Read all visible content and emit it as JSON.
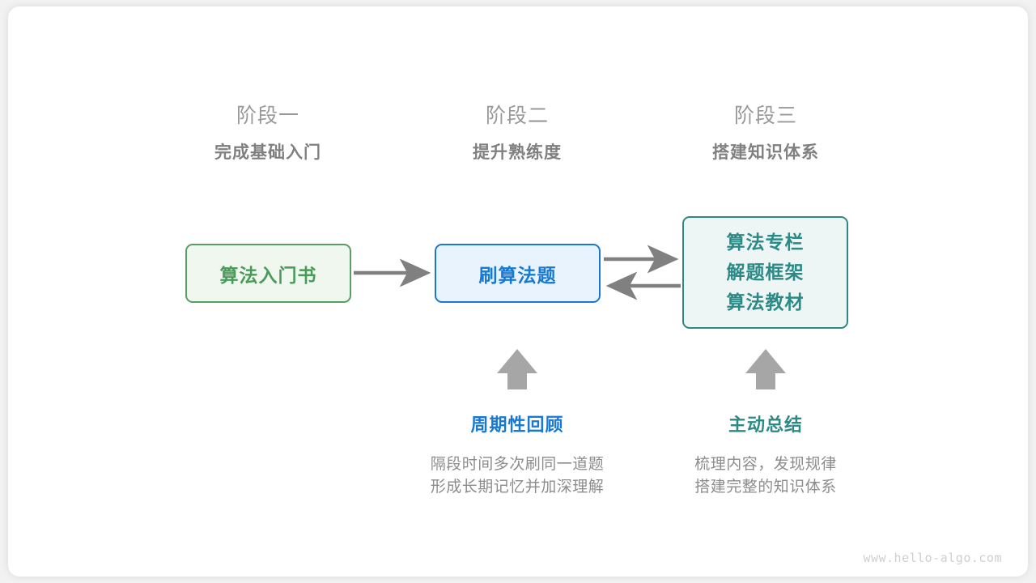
{
  "colors": {
    "background": "#f2f2f2",
    "card": "#ffffff",
    "green": "#4a9a5a",
    "green_border": "#5a9e62",
    "green_fill": "#eff7ef",
    "blue": "#1779d3",
    "blue_fill": "#e9f3fd",
    "teal": "#2b8a86",
    "teal_fill": "#edf6f5",
    "arrow_gray": "#808080",
    "block_arrow_gray": "#a6a6a6",
    "header_gray": "#999999",
    "subheader_gray": "#808080",
    "body_gray": "#8c8c8c"
  },
  "phases": [
    {
      "title": "阶段一",
      "subtitle": "完成基础入门"
    },
    {
      "title": "阶段二",
      "subtitle": "提升熟练度"
    },
    {
      "title": "阶段三",
      "subtitle": "搭建知识体系"
    }
  ],
  "nodes": {
    "book": {
      "lines": [
        "算法入门书"
      ]
    },
    "practice": {
      "lines": [
        "刷算法题"
      ]
    },
    "knowledge": {
      "lines": [
        "算法专栏",
        "解题框架",
        "算法教材"
      ]
    }
  },
  "notes": [
    {
      "title": "周期性回顾",
      "lines": [
        "隔段时间多次刷同一道题",
        "形成长期记忆并加深理解"
      ]
    },
    {
      "title": "主动总结",
      "lines": [
        "梳理内容，发现规律",
        "搭建完整的知识体系"
      ]
    }
  ],
  "watermark": "www.hello-algo.com"
}
